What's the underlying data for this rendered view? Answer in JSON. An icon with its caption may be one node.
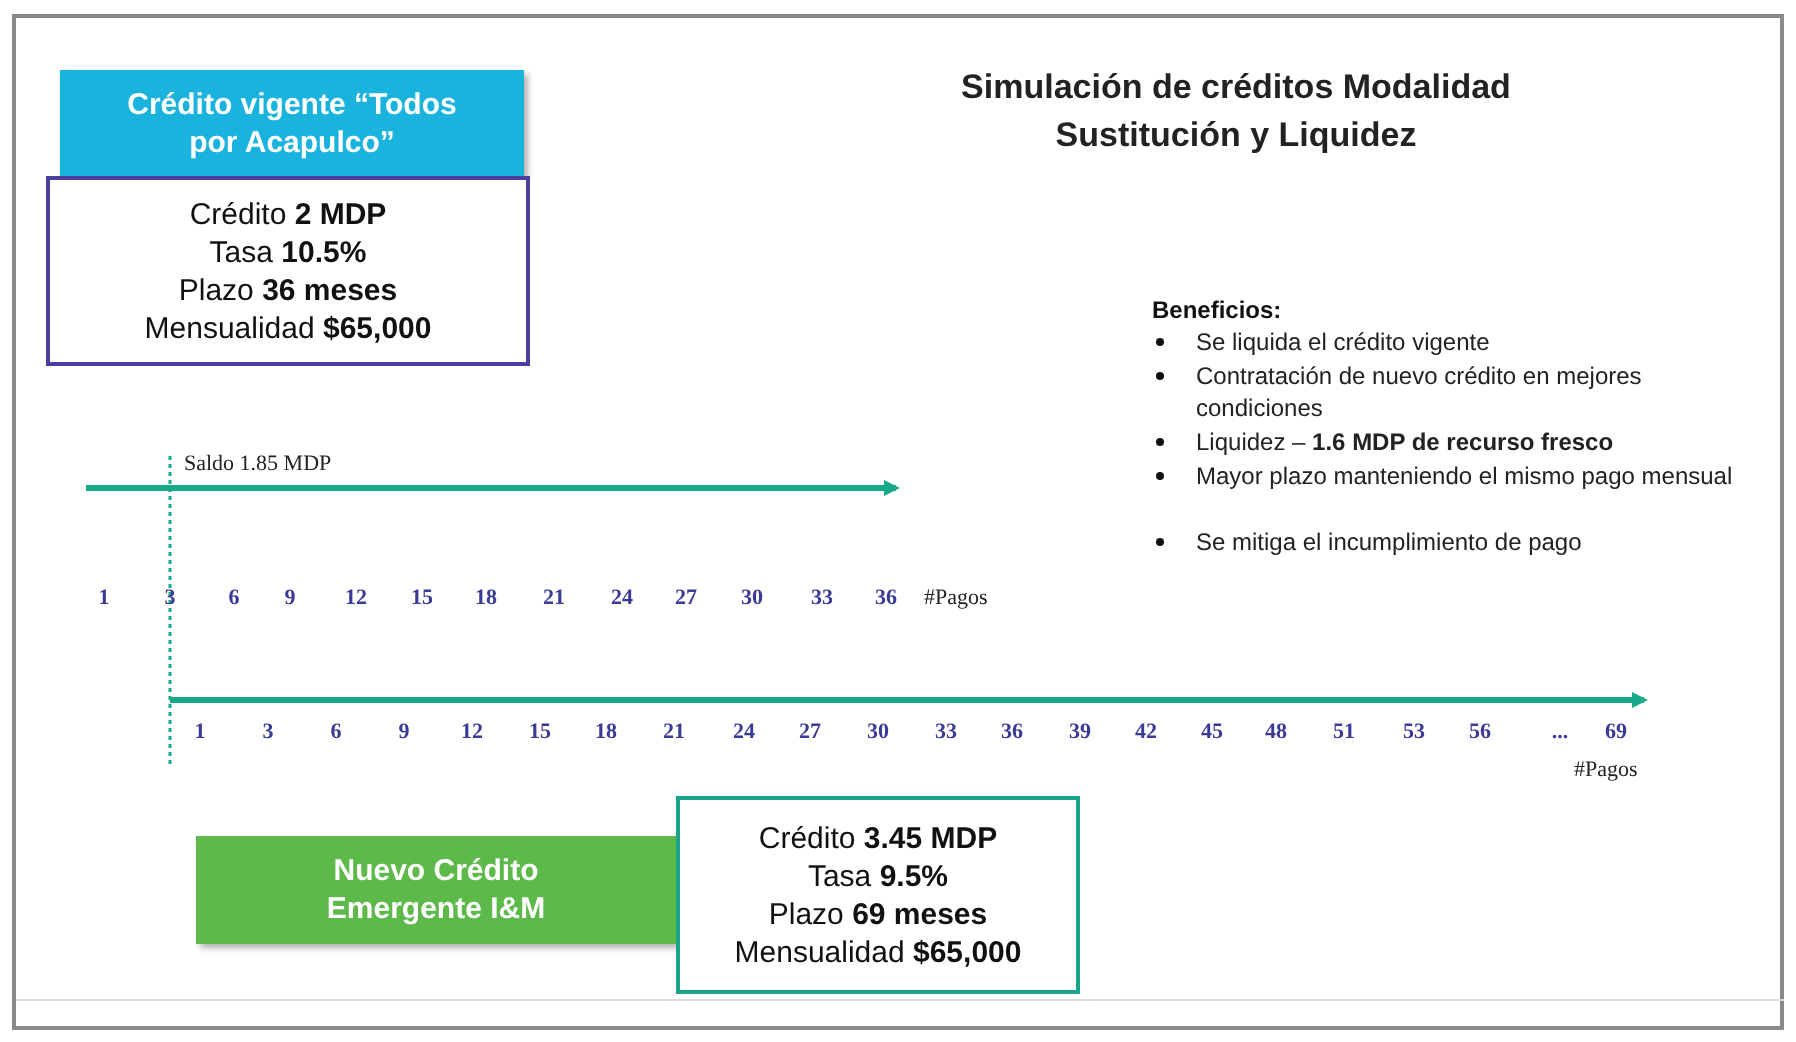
{
  "diagram": {
    "title": "Simulación de créditos Modalidad Sustitución y Liquidez",
    "nodes": [
      {
        "text": [
          "Crédito vigente “Todos por Acapulco”"
        ]
      },
      {
        "text": [
          "Crédito **2 MDP**",
          "Tasa **10.5%**",
          "Plazo **36 meses**",
          "Mensualidad **$65,000**"
        ]
      },
      {
        "text": [
          "Nuevo Crédito Emergente I&M"
        ]
      },
      {
        "text": [
          "Crédito **3.45 MDP**",
          "Tasa **9.5%**",
          "Plazo **69 meses**",
          "Mensualidad **$65,000**"
        ]
      }
    ],
    "edges": [],
    "labels": [
      "Beneficios:",
      "Se liquida el crédito vigente",
      "Contratación de nuevo crédito en mejores condiciones",
      "Liquidez – **1.6 MDP de recurso fresco**",
      "Mayor plazo manteniendo el mismo pago mensual",
      "Se mitiga el incumplimiento de pago",
      "Saldo 1.85 MDP",
      "1",
      "3",
      "6",
      "9",
      "12",
      "15",
      "18",
      "21",
      "24",
      "27",
      "30",
      "33",
      "36",
      "#Pagos",
      "1",
      "3",
      "6",
      "9",
      "12",
      "15",
      "18",
      "21",
      "24",
      "27",
      "30",
      "33",
      "36",
      "39",
      "42",
      "45",
      "48",
      "51",
      "53",
      "56",
      "...",
      "69",
      "#Pagos"
    ]
  }
}
